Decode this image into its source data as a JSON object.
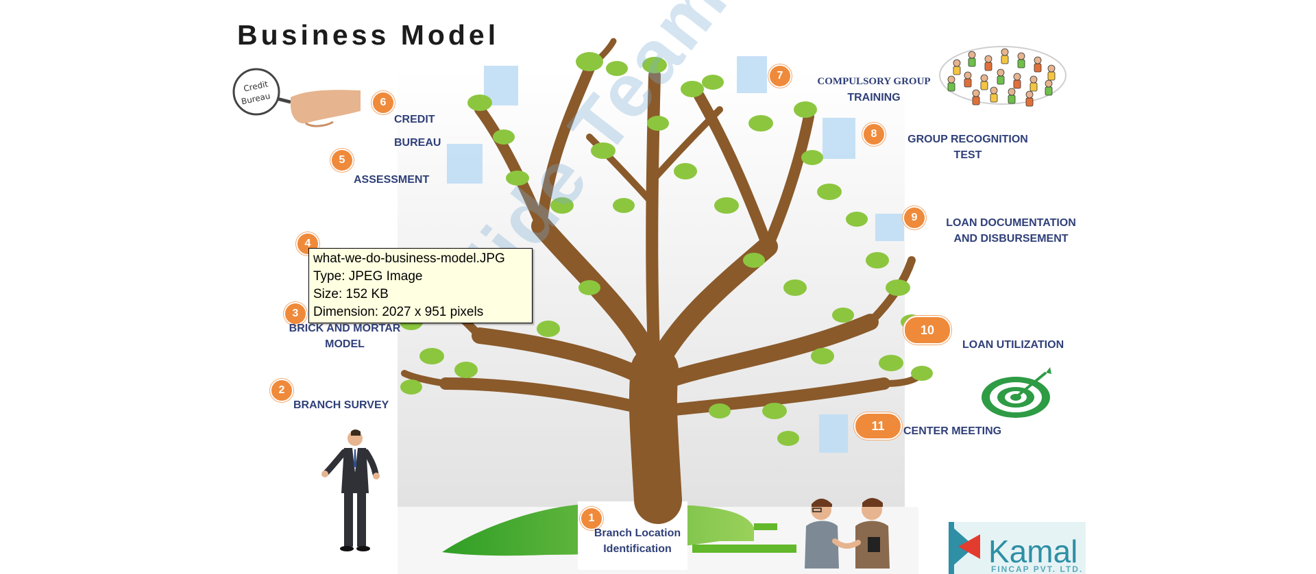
{
  "title": "Business Model",
  "watermark": "Slide Team.net",
  "steps": [
    {
      "num": "1",
      "label_lines": [
        "Branch Location",
        "Identification"
      ]
    },
    {
      "num": "2",
      "label_lines": [
        "BRANCH SURVEY"
      ]
    },
    {
      "num": "3",
      "label_lines": [
        "BRICK AND MORTAR",
        "MODEL"
      ]
    },
    {
      "num": "4",
      "label_lines": []
    },
    {
      "num": "5",
      "label_lines": [
        "ASSESSMENT"
      ]
    },
    {
      "num": "6",
      "label_lines": [
        "CREDIT",
        "BUREAU"
      ]
    },
    {
      "num": "7",
      "label_lines": [
        "COMPULSORY GROUP",
        "TRAINING"
      ]
    },
    {
      "num": "8",
      "label_lines": [
        "GROUP RECOGNITION",
        "TEST"
      ]
    },
    {
      "num": "9",
      "label_lines": [
        "LOAN DOCUMENTATION",
        "AND DISBURSEMENT"
      ]
    },
    {
      "num": "10",
      "label_lines": [
        "LOAN UTILIZATION"
      ]
    },
    {
      "num": "11",
      "label_lines": [
        "CENTER MEETING"
      ]
    }
  ],
  "credit_bureau_sign": [
    "Credit",
    "Bureau"
  ],
  "tooltip": {
    "filename": "what-we-do-business-model.JPG",
    "type": "Type: JPEG Image",
    "size": "Size: 152 KB",
    "dimension": "Dimension: 2027 x 951 pixels"
  },
  "logo": {
    "name": "Kamal",
    "subtitle": "FINCAP PVT. LTD."
  },
  "colors": {
    "badge": "#ef8a3b",
    "label": "#2f3f78",
    "trunk": "#8a5a2b",
    "leaf": "#8cc63f",
    "ground": "#3fae2a",
    "tile": "#cfe6f7",
    "logo": "#2e8fa5"
  },
  "icons": [
    "credit-bureau-magnifier-icon",
    "crowd-icon",
    "target-icon",
    "businessman-icon",
    "handshake-icon",
    "kamal-logo-icon"
  ]
}
